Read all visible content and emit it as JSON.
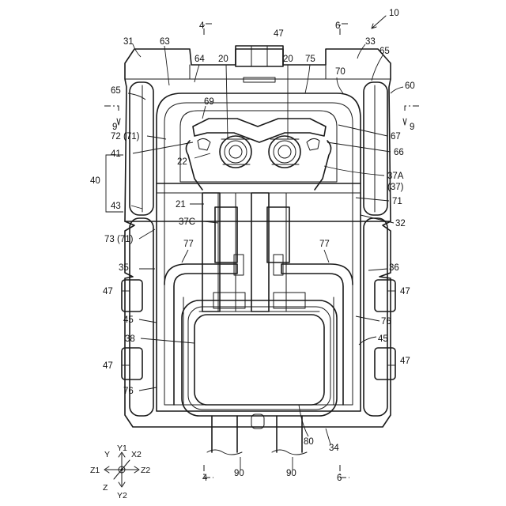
{
  "figure": {
    "labels": [
      {
        "id": "l10",
        "text": "10"
      },
      {
        "id": "l4a",
        "text": "4"
      },
      {
        "id": "l47t",
        "text": "47"
      },
      {
        "id": "l6a",
        "text": "6"
      },
      {
        "id": "l31",
        "text": "31"
      },
      {
        "id": "l63",
        "text": "63"
      },
      {
        "id": "l33",
        "text": "33"
      },
      {
        "id": "l65a",
        "text": "65"
      },
      {
        "id": "l64",
        "text": "64"
      },
      {
        "id": "l20a",
        "text": "20"
      },
      {
        "id": "l20b",
        "text": "20"
      },
      {
        "id": "l75",
        "text": "75"
      },
      {
        "id": "l70",
        "text": "70"
      },
      {
        "id": "l65b",
        "text": "65"
      },
      {
        "id": "l60",
        "text": "60"
      },
      {
        "id": "l69",
        "text": "69"
      },
      {
        "id": "l9a",
        "text": "9"
      },
      {
        "id": "l9b",
        "text": "9"
      },
      {
        "id": "l72",
        "text": "72 (71)"
      },
      {
        "id": "l67",
        "text": "67"
      },
      {
        "id": "l41",
        "text": "41"
      },
      {
        "id": "l66",
        "text": "66"
      },
      {
        "id": "l22",
        "text": "22"
      },
      {
        "id": "l40",
        "text": "40"
      },
      {
        "id": "l37a",
        "text": "37A"
      },
      {
        "id": "l37",
        "text": "(37)"
      },
      {
        "id": "l21",
        "text": "21"
      },
      {
        "id": "l71",
        "text": "71"
      },
      {
        "id": "l43",
        "text": "43"
      },
      {
        "id": "l37c",
        "text": "37C"
      },
      {
        "id": "l32",
        "text": "32"
      },
      {
        "id": "l73",
        "text": "73 (71)"
      },
      {
        "id": "l77a",
        "text": "77"
      },
      {
        "id": "l77b",
        "text": "77"
      },
      {
        "id": "l35",
        "text": "35"
      },
      {
        "id": "l36",
        "text": "36"
      },
      {
        "id": "l47a",
        "text": "47"
      },
      {
        "id": "l47b",
        "text": "47"
      },
      {
        "id": "l45a",
        "text": "45"
      },
      {
        "id": "l76a",
        "text": "76"
      },
      {
        "id": "l38",
        "text": "38"
      },
      {
        "id": "l45b",
        "text": "45"
      },
      {
        "id": "l47c",
        "text": "47"
      },
      {
        "id": "l47d",
        "text": "47"
      },
      {
        "id": "l76b",
        "text": "76"
      },
      {
        "id": "l80",
        "text": "80"
      },
      {
        "id": "l34",
        "text": "34"
      },
      {
        "id": "l4b",
        "text": "4"
      },
      {
        "id": "l90a",
        "text": "90"
      },
      {
        "id": "l90b",
        "text": "90"
      },
      {
        "id": "l6b",
        "text": "6"
      }
    ],
    "axes": {
      "y1": "Y1",
      "y": "Y",
      "x2": "X2",
      "z1": "Z1",
      "z2": "Z2",
      "z": "Z",
      "y2": "Y2"
    }
  }
}
